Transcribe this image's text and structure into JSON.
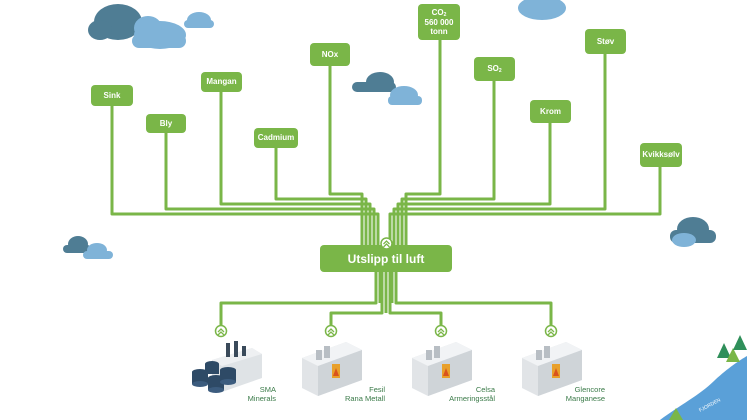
{
  "diagram": {
    "central_label": "Utslipp til luft",
    "pollutants": [
      {
        "id": "sink",
        "label": "Sink"
      },
      {
        "id": "bly",
        "label": "Bly"
      },
      {
        "id": "mangan",
        "label": "Mangan"
      },
      {
        "id": "cadmium",
        "label": "Cadmium"
      },
      {
        "id": "nox",
        "label": "NOx"
      },
      {
        "id": "co2",
        "label": "CO",
        "sub": "2",
        "line2": "560 000",
        "line3": "tonn"
      },
      {
        "id": "so2",
        "label": "SO",
        "sub": "2"
      },
      {
        "id": "krom",
        "label": "Krom"
      },
      {
        "id": "stov",
        "label": "Støv"
      },
      {
        "id": "kvikksolv",
        "label": "Kvikksølv"
      }
    ],
    "facilities": [
      {
        "id": "sma",
        "line1": "SMA",
        "line2": "Minerals"
      },
      {
        "id": "fesil",
        "line1": "Fesil",
        "line2": "Rana Metall"
      },
      {
        "id": "celsa",
        "line1": "Celsa",
        "line2": "Armeringsstål"
      },
      {
        "id": "glencore",
        "line1": "Glencore",
        "line2": "Manganese"
      }
    ],
    "map_label": "FJORDEN"
  },
  "colors": {
    "green": "#7ab648",
    "cloud_dark": "#4f7d94",
    "cloud_light": "#7fb3d8",
    "water": "#5aa0d8",
    "label_green": "#3a7a48"
  },
  "icons": {
    "upload": "double-chevron-up-icon",
    "cloud": "cloud-icon",
    "factory": "factory-icon",
    "tree": "tree-icon"
  }
}
